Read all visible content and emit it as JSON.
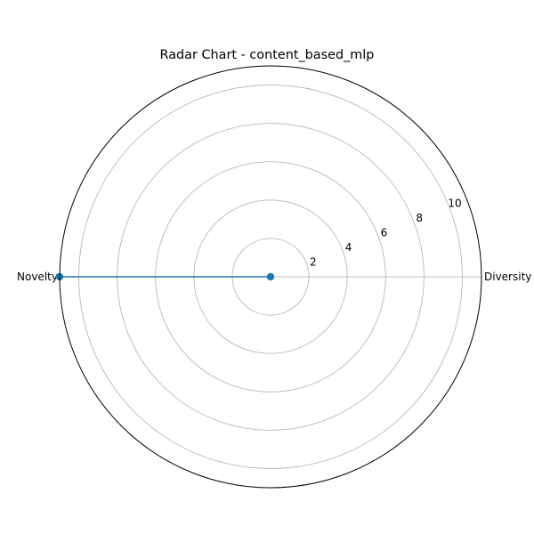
{
  "chart_data": {
    "type": "radar",
    "title": "Radar Chart - content_based_mlp",
    "categories": [
      "Diversity",
      "Novelty"
    ],
    "series": [
      {
        "values": [
          0,
          11
        ]
      }
    ],
    "rlim": [
      0,
      11
    ],
    "r_ticks": [
      2,
      4,
      6,
      8,
      10
    ],
    "grid": true,
    "colors": {
      "series": "#1f77b4",
      "grid": "#b0b0b0",
      "frame": "#000000"
    }
  }
}
